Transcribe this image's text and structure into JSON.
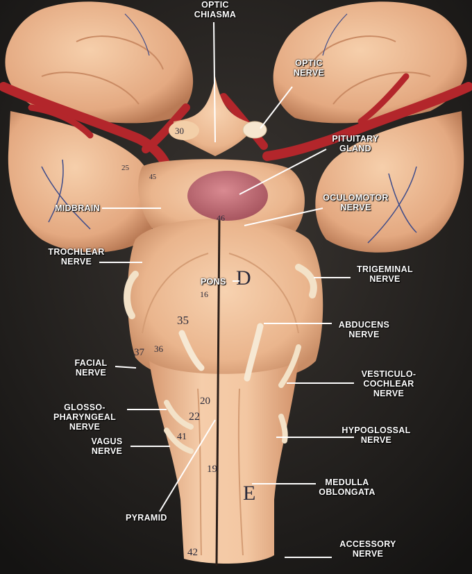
{
  "labels": {
    "optic_chiasma": [
      "OPTIC",
      "CHIASMA"
    ],
    "optic_nerve": [
      "OPTIC",
      "NERVE"
    ],
    "pituitary_gland": [
      "PITUITARY",
      "GLAND"
    ],
    "oculomotor_nerve": [
      "OCULOMOTOR",
      "NERVE"
    ],
    "midbrain": [
      "MIDBRAIN"
    ],
    "trochlear_nerve": [
      "TROCHLEAR",
      "NERVE"
    ],
    "pons": [
      "PONS"
    ],
    "trigeminal_nerve": [
      "TRIGEMINAL",
      "NERVE"
    ],
    "abducens_nerve": [
      "ABDUCENS",
      "NERVE"
    ],
    "facial_nerve": [
      "FACIAL",
      "NERVE"
    ],
    "vestibulocochlear_nerve": [
      "VESTICULO-",
      "COCHLEAR",
      "NERVE"
    ],
    "glossopharyngeal_nerve": [
      "GLOSSO-",
      "PHARYNGEAL",
      "NERVE"
    ],
    "vagus_nerve": [
      "VAGUS",
      "NERVE"
    ],
    "hypoglossal_nerve": [
      "HYPOGLOSSAL",
      "NERVE"
    ],
    "medulla_oblongata": [
      "MEDULLA",
      "OBLONGATA"
    ],
    "pyramid": [
      "PYRAMID"
    ],
    "accessory_nerve": [
      "ACCESSORY",
      "NERVE"
    ]
  },
  "model_markings": [
    "30",
    "25",
    "45",
    "46",
    "D",
    "16",
    "35",
    "37",
    "36",
    "20",
    "22",
    "41",
    "19",
    "E",
    "42"
  ],
  "colors": {
    "background": "#1e1c1a",
    "tissue": "#f2c19a",
    "artery": "#b3262b",
    "pituitary": "#c2707a",
    "label_text": "#ffffff",
    "pointer_line": "#ffffff"
  }
}
